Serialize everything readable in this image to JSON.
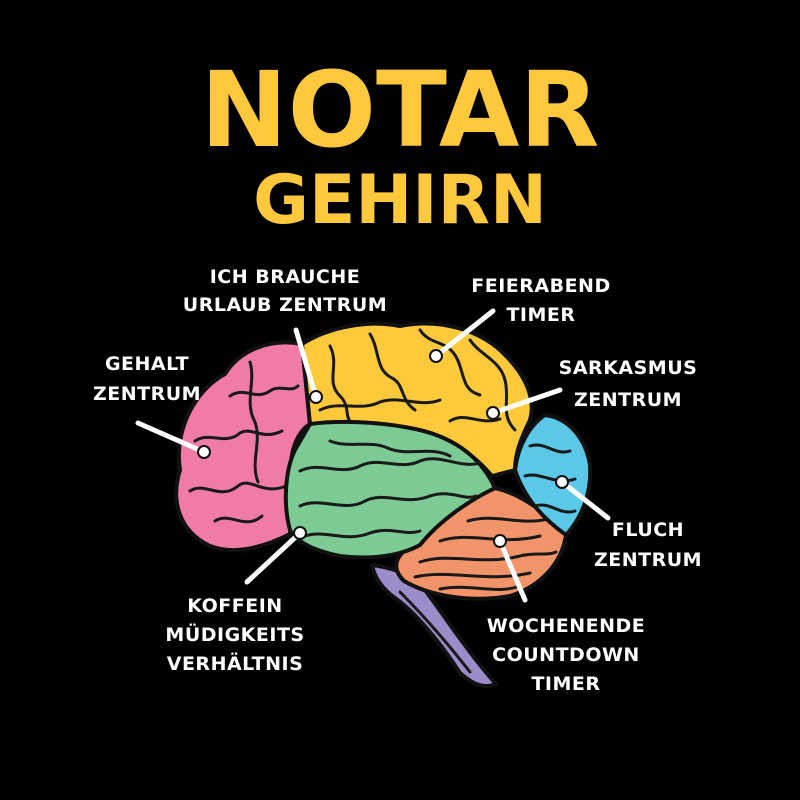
{
  "title": {
    "line1": "NOTAR",
    "line2": "GEHIRN"
  },
  "labels": [
    {
      "id": "urlaub",
      "lines": [
        "ICH BRAUCHE",
        "URLAUB ZENTRUM"
      ]
    },
    {
      "id": "feierabend",
      "lines": [
        "FEIERABEND",
        "TIMER"
      ]
    },
    {
      "id": "gehalt",
      "lines": [
        "GEHALT",
        "ZENTRUM"
      ]
    },
    {
      "id": "sarkasmus",
      "lines": [
        "SARKASMUS",
        "ZENTRUM"
      ]
    },
    {
      "id": "fluch",
      "lines": [
        "FLUCH",
        "ZENTRUM"
      ]
    },
    {
      "id": "koffein",
      "lines": [
        "KOFFEIN",
        "MÜDIGKEITS",
        "VERHÄLTNIS"
      ]
    },
    {
      "id": "wochenende",
      "lines": [
        "WOCHENENDE",
        "COUNTDOWN",
        "TIMER"
      ]
    }
  ],
  "colors": {
    "background": "#000000",
    "title": "#FFC83D",
    "label": "#FFFFFF",
    "region_pink": "#F07BA6",
    "region_yellow": "#FFC93C",
    "region_green": "#7CCB95",
    "region_blue": "#5BC8E8",
    "region_orange": "#F29469",
    "region_purple": "#9C8CC9"
  }
}
